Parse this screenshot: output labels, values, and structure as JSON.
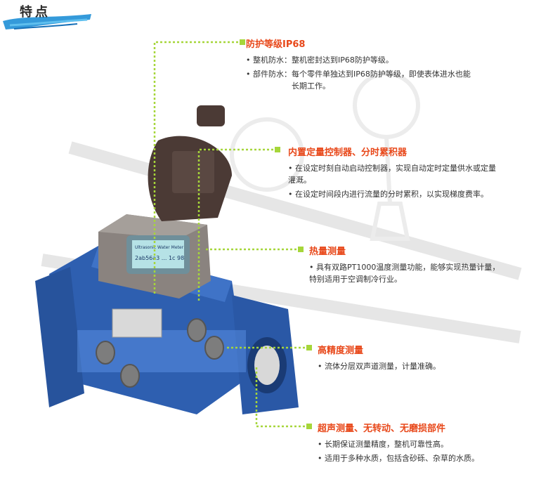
{
  "header": {
    "title": "特点"
  },
  "colors": {
    "accent": "#e8481a",
    "connector": "#a6d63a",
    "brush": "#1e8fd6",
    "body_blue": "#2e5fb0"
  },
  "product": {
    "display_text": "Ultrasonic Water Meter",
    "display_digits": "2ab56a3 ... 1c 98"
  },
  "features": [
    {
      "title": "防护等级IP68",
      "items": [
        {
          "lead": "• 整机防水：",
          "text": "整机密封达到IP68防护等级。"
        },
        {
          "lead": "• 部件防水：",
          "text": "每个零件单独达到IP68防护等级，即使表体进水也能长期工作。"
        }
      ]
    },
    {
      "title": "内置定量控制器、分时累积器",
      "items": [
        {
          "text": "• 在设定时刻自动启动控制器，实现自动定时定量供水或定量灌溉。"
        },
        {
          "text": "• 在设定时间段内进行流量的分时累积，以实现梯度费率。"
        }
      ]
    },
    {
      "title": "热量测量",
      "items": [
        {
          "text": "• 具有双路PT1000温度测量功能，能够实现热量计量，特别适用于空调制冷行业。"
        }
      ]
    },
    {
      "title": "高精度测量",
      "items": [
        {
          "text": "• 流体分层双声道测量，计量准确。"
        }
      ]
    },
    {
      "title": "超声测量、无转动、无磨损部件",
      "items": [
        {
          "text": "• 长期保证测量精度，整机可靠性高。"
        },
        {
          "text": "• 适用于多种水质，包括含砂砾、杂草的水质。"
        }
      ]
    }
  ]
}
